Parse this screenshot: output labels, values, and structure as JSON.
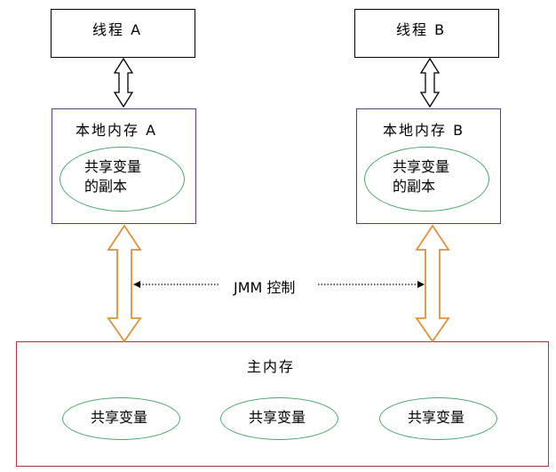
{
  "thread_a": {
    "label": "线程 A"
  },
  "thread_b": {
    "label": "线程 B"
  },
  "local_a": {
    "label": "本地内存 A",
    "copy_line1": "共享变量",
    "copy_line2": "的副本"
  },
  "local_b": {
    "label": "本地内存 B",
    "copy_line1": "共享变量",
    "copy_line2": "的副本"
  },
  "jmm": {
    "label": "JMM 控制"
  },
  "main_memory": {
    "label": "主内存",
    "vars": [
      "共享变量",
      "共享变量",
      "共享变量"
    ]
  },
  "colors": {
    "thread_border": "#000000",
    "local_border": "#5a3e7a",
    "main_border": "#a33a3a",
    "ellipse_border": "#4aa86a",
    "orange_arrow": "#e0913a"
  }
}
